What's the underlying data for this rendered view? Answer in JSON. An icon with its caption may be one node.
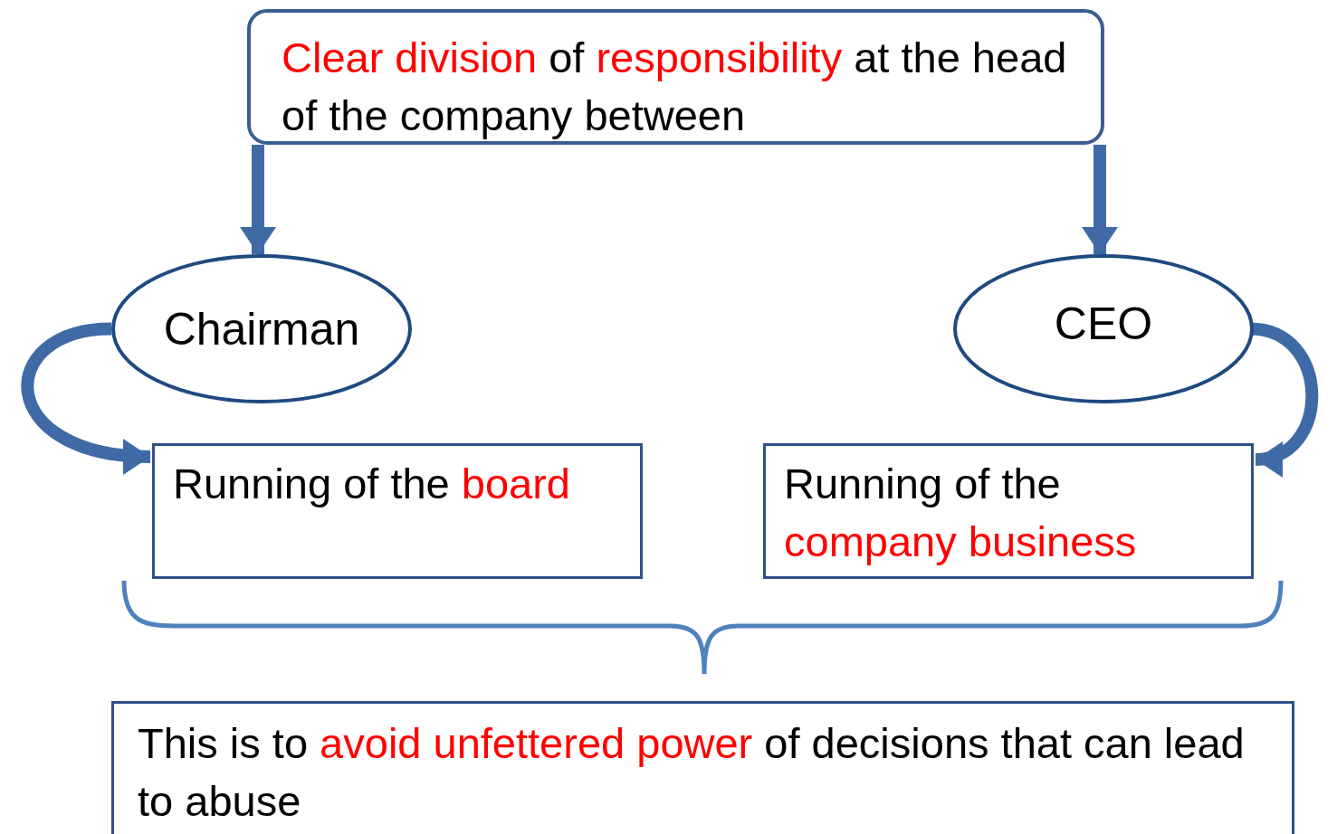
{
  "diagram": {
    "nodes": [
      {
        "text": [
          "**Clear division** of **responsibility** at the head of the company between"
        ]
      },
      {
        "text": [
          "Chairman"
        ]
      },
      {
        "text": [
          "CEO"
        ]
      },
      {
        "text": [
          "Running of the **board**"
        ]
      },
      {
        "text": [
          "Running of the **company business**"
        ]
      },
      {
        "text": [
          "This is to **avoid unfettered power** of decisions that can lead to abuse"
        ]
      }
    ],
    "edges": [
      {
        "from": 0,
        "to": 1,
        "arrow": "to"
      },
      {
        "from": 0,
        "to": 2,
        "arrow": "to"
      },
      {
        "from": 1,
        "to": 3,
        "arrow": "to"
      },
      {
        "from": 2,
        "to": 4,
        "arrow": "to"
      }
    ]
  }
}
